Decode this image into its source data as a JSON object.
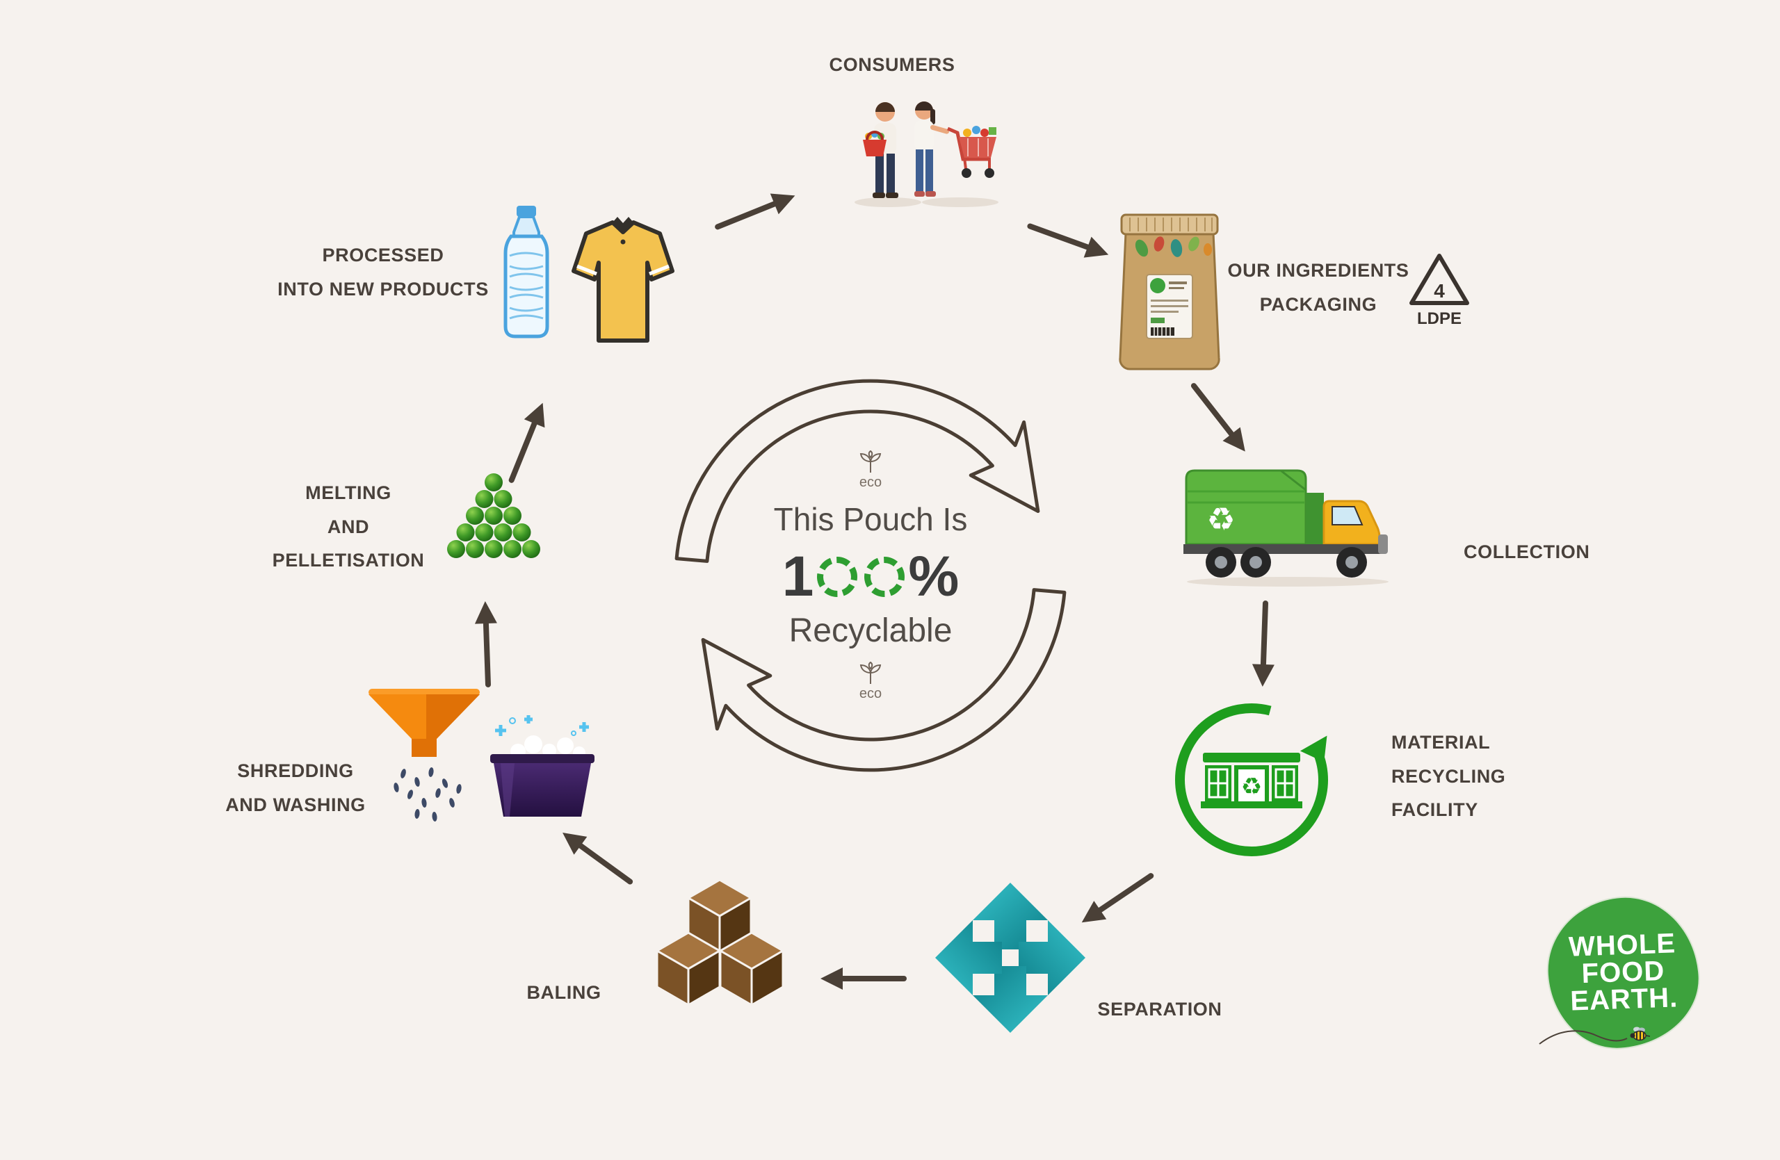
{
  "center": {
    "line1": "This Pouch Is",
    "percent": "100%",
    "number_prefix": "1",
    "number_suffix": "%",
    "line2": "Recyclable",
    "eco_top": "eco",
    "eco_bottom": "eco"
  },
  "steps": [
    {
      "id": "consumers",
      "label": "CONSUMERS"
    },
    {
      "id": "packaging",
      "label": "OUR INGREDIENTS\nPACKAGING"
    },
    {
      "id": "collection",
      "label": "COLLECTION"
    },
    {
      "id": "material-recycling-facility",
      "label": "MATERIAL\nRECYCLING\nFACILITY"
    },
    {
      "id": "separation",
      "label": "SEPARATION"
    },
    {
      "id": "baling",
      "label": "BALING"
    },
    {
      "id": "shredding-washing",
      "label": "SHREDDING\nAND WASHING"
    },
    {
      "id": "melting-pelletisation",
      "label": "MELTING\nAND\nPELLETISATION"
    },
    {
      "id": "processed-new-products",
      "label": "PROCESSED\nINTO NEW PRODUCTS"
    }
  ],
  "ldpe": {
    "number": "4",
    "label": "LDPE"
  },
  "recycle_glyph": "♻",
  "logo": {
    "text": "WHOLE\nFOOD\nEARTH."
  },
  "icons": {
    "consumers": "two-shoppers-with-basket-and-cart",
    "packaging": "kraft-stand-up-pouch",
    "ldpe_symbol": "recycling-triangle-4",
    "collection": "green-recycling-truck",
    "material_recycling_facility": "building-in-green-cycle-arrow",
    "separation": "teal-diamond-outward-arrows",
    "baling": "stacked-brown-bales",
    "shredding_washing": "orange-funnel-and-purple-wash-basin",
    "melting_pelletisation": "green-pellet-pyramid",
    "processed_new_products": "water-bottle-and-tshirt",
    "eco": "seedling-sprout",
    "recycle": "♻",
    "bee": "bee-with-flight-trail"
  },
  "colors": {
    "background": "#f6f2ee",
    "text": "#49413b",
    "arrow": "#4a4037",
    "green": "#1e9e1e",
    "zero_green": "#2e9e31",
    "teal": "#1fa9b2",
    "logo_green": "#3da23d",
    "truck_green": "#5cb43e",
    "cab_yellow": "#f2b11d",
    "funnel_orange": "#f58a0f",
    "basin_purple": "#2f1a4a",
    "bale_brown": "#7b5226",
    "bottle_blue": "#4aa3de",
    "shirt_yellow": "#f3c24f"
  }
}
